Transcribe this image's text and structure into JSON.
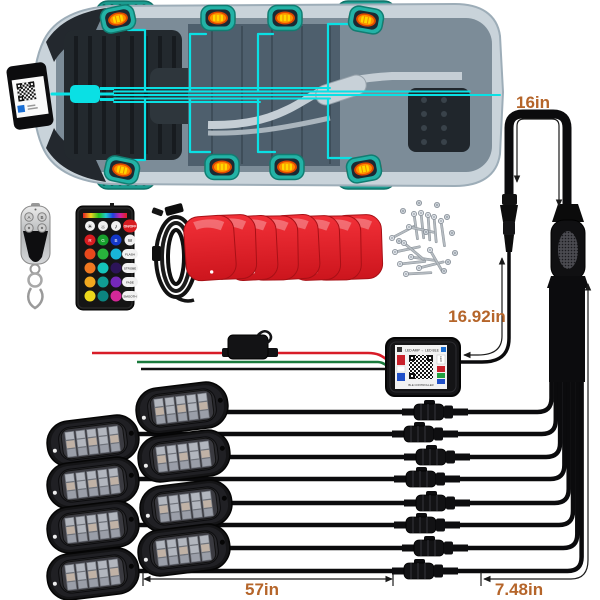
{
  "annotations": {
    "top_wire_length": "16in",
    "controller_wire_length": "16.92in",
    "pod_wire_length": "57in",
    "extension_length": "7.48in"
  },
  "controller": {
    "label_top": "LED AMP → LED BLE",
    "label_bottom": "BLE CONTROLLER",
    "side_label": "LED"
  },
  "remote": {
    "power_label": "ON/OFF",
    "rgbw_labels": [
      "R",
      "G",
      "B",
      "W"
    ],
    "function_labels": [
      "FLASH",
      "STROBE",
      "FADE",
      "SMOOTH"
    ],
    "row1_icons": [
      "brightness-up-icon",
      "brightness-down-icon",
      "music-icon"
    ],
    "rgb_colors": [
      "#d81c20",
      "#16a02c",
      "#1438c8"
    ],
    "grid_colors": [
      [
        "#e8481c",
        "#28b43c",
        "#18b4d8"
      ],
      [
        "#f07820",
        "#14c4bc",
        "#2c1458"
      ],
      [
        "#f0a820",
        "#109c94",
        "#7428b8"
      ],
      [
        "#ecd81c",
        "#0c8480",
        "#d42898"
      ]
    ]
  },
  "key_fob": {
    "buttons": [
      "A",
      "B"
    ]
  },
  "kit": {
    "rock_light_pods": 8,
    "adhesive_pads": 8,
    "harness_wires": 8
  },
  "colors": {
    "annotation_text": "#b5652a",
    "harness_cyan": "#0ae0e4",
    "wheel_teal": "#1b9c90",
    "pad_red": "#e51e26"
  }
}
